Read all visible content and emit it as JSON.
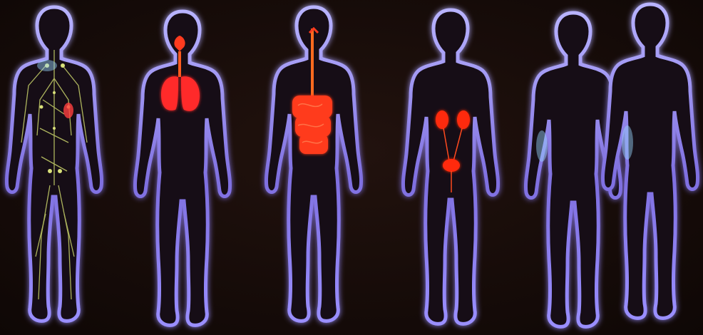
{
  "image": {
    "description_free": true
  },
  "figures": [
    {
      "name": "figure-lymphatic-system",
      "system_color": "#c8d26a"
    },
    {
      "name": "figure-respiratory-system",
      "system_color": "#ff2a1a"
    },
    {
      "name": "figure-digestive-system",
      "system_color": "#ff3b1f"
    },
    {
      "name": "figure-urinary-system",
      "system_color": "#ff2a10"
    },
    {
      "name": "figure-outline-back-left",
      "system_color": "#6b5bd6"
    },
    {
      "name": "figure-outline-back-right",
      "system_color": "#6b5bd6"
    }
  ],
  "colors": {
    "background": "#140b08",
    "body_glow": "#8a7cff",
    "body_fill": "#1a1020",
    "highlight_blue": "#9ad7ff"
  }
}
